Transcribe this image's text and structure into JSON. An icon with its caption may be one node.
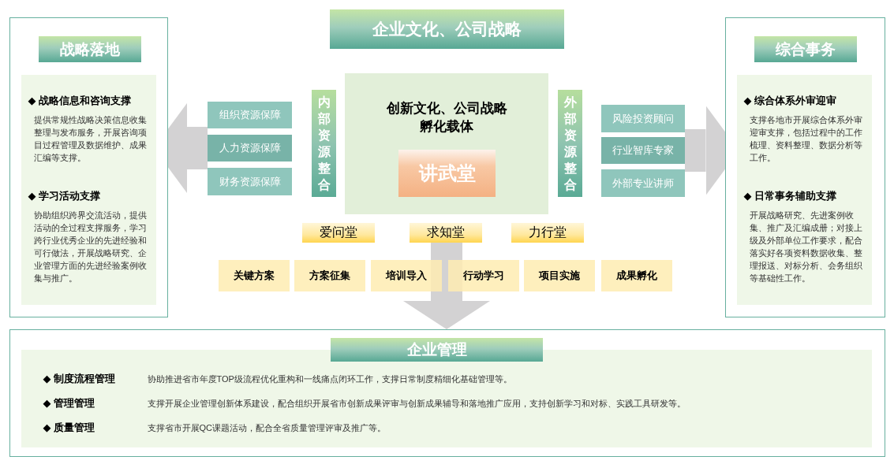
{
  "diagram": {
    "nodes": [
      {
        "text": [
          "企业文化、公司战略"
        ]
      },
      {
        "text": [
          "战略落地"
        ]
      },
      {
        "text": [
          "◆ 战略信息和咨询支撑",
          "提供常规性战略决策信息收集整理与发布服务，开展咨询项目过程管理及数据维护、成果汇编等支撑。",
          "◆ 学习活动支撑",
          "协助组织跨界交流活动，提供活动的全过程支撑服务，学习跨行业优秀企业的先进经验和可行做法，开展战略研究、企业管理方面的先进经验案例收集与推广。"
        ],
        "in": 1
      },
      {
        "text": [
          "组织资源保障"
        ]
      },
      {
        "text": [
          "人力资源保障"
        ]
      },
      {
        "text": [
          "财务资源保障"
        ]
      },
      {
        "text": [
          "内部资源整合"
        ]
      },
      {
        "text": [
          "创新文化、公司战略孵化载体"
        ]
      },
      {
        "text": [
          "讲武堂"
        ],
        "in": 7
      },
      {
        "text": [
          "外部资源整合"
        ]
      },
      {
        "text": [
          "风险投资顾问"
        ]
      },
      {
        "text": [
          "行业智库专家"
        ]
      },
      {
        "text": [
          "外部专业讲师"
        ]
      },
      {
        "text": [
          "综合事务"
        ]
      },
      {
        "text": [
          "◆ 综合体系外审迎审",
          "支撑各地市开展综合体系外审迎审支撑，包括过程中的工作梳理、资料整理、数据分析等工作。",
          "◆ 日常事务辅助支撑",
          "开展战略研究、先进案例收集、推广及汇编成册；对接上级及外部单位工作要求，配合落实好各项资料数据收集、整理报送、对标分析、会务组织等基础性工作。"
        ],
        "in": 13
      },
      {
        "text": [
          "爱问堂"
        ]
      },
      {
        "text": [
          "求知堂"
        ]
      },
      {
        "text": [
          "力行堂"
        ]
      },
      {
        "text": [
          "关键方案"
        ]
      },
      {
        "text": [
          "方案征集"
        ]
      },
      {
        "text": [
          "培训导入"
        ]
      },
      {
        "text": [
          "行动学习"
        ]
      },
      {
        "text": [
          "项目实施"
        ]
      },
      {
        "text": [
          "成果孵化"
        ]
      },
      {
        "text": [
          "企业管理"
        ]
      },
      {
        "text": [
          "◆ 制度流程管理",
          "协助推进省市年度TOP级流程优化重构和一线痛点闭环工作，支撑日常制度精细化基础管理等。",
          "◆ 管理管理",
          "支撑开展企业管理创新体系建设，配合组织开展省市创新成果评审与创新成果辅导和落地推广应用，支持创新学习和对标、实践工具研发等。",
          "◆ 质量管理",
          "支撑省市开展QC课题活动，配合全省质量管理评审及推广等。"
        ],
        "in": 24
      }
    ],
    "edges": [
      {
        "from": 4,
        "to": 1,
        "arrow": "to"
      },
      {
        "from": 11,
        "to": 13,
        "arrow": "to"
      },
      {
        "from": 16,
        "to": 24,
        "arrow": "to"
      }
    ]
  }
}
